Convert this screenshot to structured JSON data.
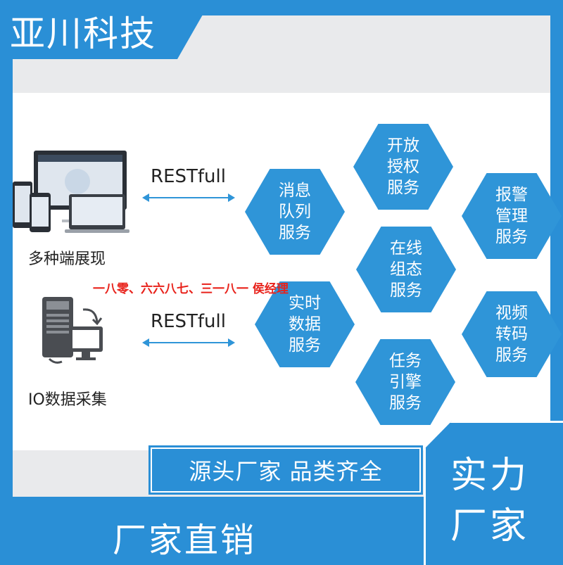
{
  "brand": {
    "title": "亚川科技"
  },
  "left_panel": {
    "devices_label": "多种端展现",
    "io_label": "IO数据采集",
    "rest_top": "RESTfull",
    "rest_bottom": "RESTfull"
  },
  "services": [
    {
      "id": "message-queue",
      "label": "消息\n队列\n服务"
    },
    {
      "id": "realtime-data",
      "label": "实时\n数据\n服务"
    },
    {
      "id": "open-auth",
      "label": "开放\n授权\n服务"
    },
    {
      "id": "online-config",
      "label": "在线\n组态\n服务"
    },
    {
      "id": "task-engine",
      "label": "任务\n引擎\n服务"
    },
    {
      "id": "alarm-mgmt",
      "label": "报警\n管理\n服务"
    },
    {
      "id": "video-transcode",
      "label": "视频\n转码\n服务"
    }
  ],
  "watermark": "一八零、六六八七、三一八一 侯经理",
  "footer": {
    "badge": "源头厂家  品类齐全",
    "slogan": "厂家直销",
    "corner": "实力厂家"
  },
  "colors": {
    "brand_blue": "#2a8fd6",
    "hex_blue": "#2f95d8",
    "watermark_red": "#e8221b"
  }
}
